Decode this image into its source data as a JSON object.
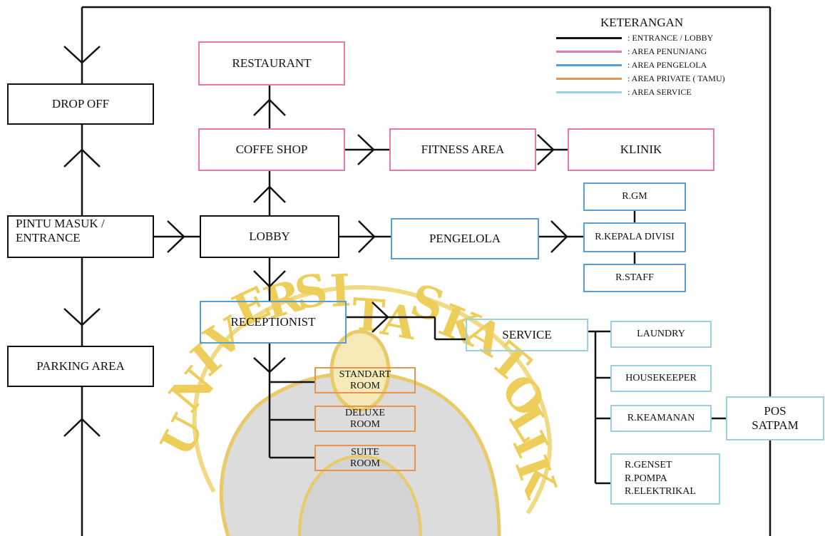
{
  "legend": {
    "title": "KETERANGAN",
    "items": [
      {
        "label": ": ENTRANCE / LOBBY",
        "color": "#111111"
      },
      {
        "label": ": AREA PENUNJANG",
        "color": "#e27aae"
      },
      {
        "label": ": AREA PENGELOLA",
        "color": "#5a9fd4"
      },
      {
        "label": ": AREA PRIVATE ( TAMU)",
        "color": "#e8944f"
      },
      {
        "label": ": AREA SERVICE",
        "color": "#9ad3df"
      }
    ]
  },
  "nodes": {
    "drop_off": "DROP OFF",
    "entrance_line1": "PINTU MASUK /",
    "entrance_line2": "ENTRANCE",
    "parking": "PARKING AREA",
    "restaurant": "RESTAURANT",
    "coffee_shop": "COFFE SHOP",
    "fitness": "FITNESS AREA",
    "klinik": "KLINIK",
    "lobby": "LOBBY",
    "pengelola": "PENGELOLA",
    "r_gm": "R.GM",
    "r_kepala_divisi": "R.KEPALA DIVISI",
    "r_staff": "R.STAFF",
    "receptionist": "RECEPTIONIST",
    "service": "SERVICE",
    "standart_line1": "STANDART",
    "standart_line2": "ROOM",
    "deluxe_line1": "DELUXE",
    "deluxe_line2": "ROOM",
    "suite_line1": "SUITE",
    "suite_line2": "ROOM",
    "laundry": "LAUNDRY",
    "housekeeper": "HOUSEKEEPER",
    "r_keamanan": "R.KEAMANAN",
    "pos_line1": "POS",
    "pos_line2": "SATPAM",
    "genset_line1": "R.GENSET",
    "genset_line2": "R.POMPA",
    "genset_line3": "R.ELEKTRIKAL"
  },
  "watermark": {
    "letters": [
      "U",
      "N",
      "I",
      "V",
      "E",
      "R",
      "S",
      "I",
      "T",
      "A",
      "S",
      "K",
      "A",
      "T",
      "O",
      "L",
      "I",
      "K"
    ],
    "color": "#ecc94a"
  }
}
